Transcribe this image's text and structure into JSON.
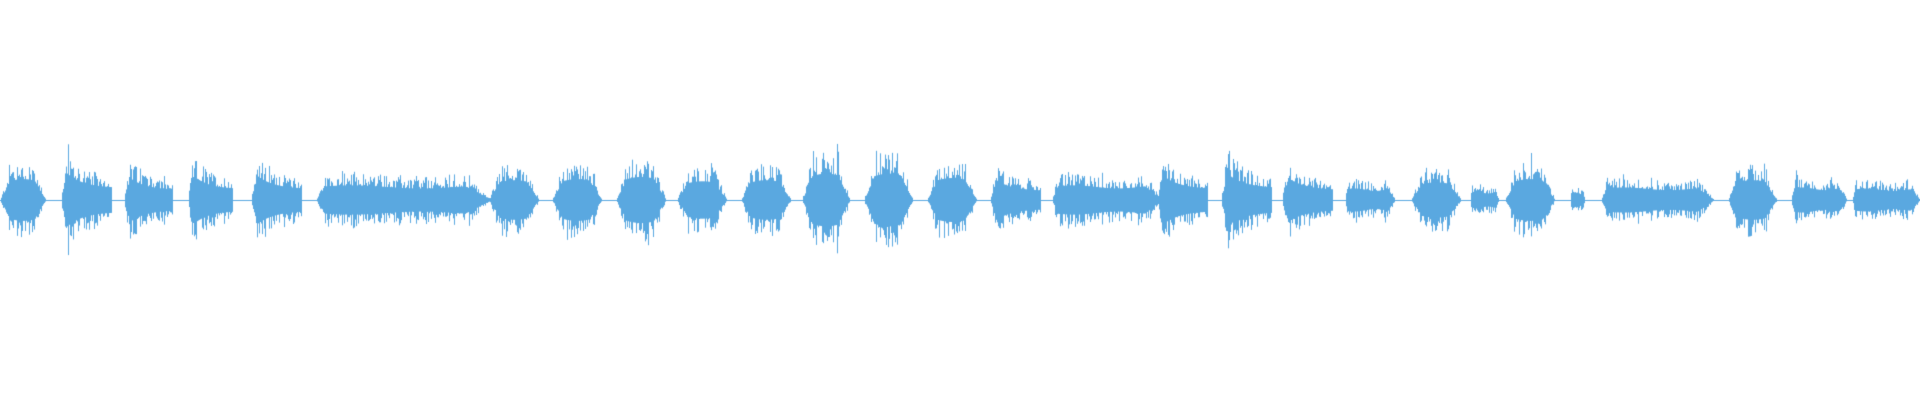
{
  "waveform": {
    "color": "#5aa8e0",
    "baseline_color": "#5aa8e0",
    "segments": [
      {
        "start": 0.0,
        "end": 0.024,
        "peak": 0.19,
        "shape": "swell"
      },
      {
        "start": 0.032,
        "end": 0.058,
        "peak": 0.24,
        "shape": "burst"
      },
      {
        "start": 0.065,
        "end": 0.09,
        "peak": 0.2,
        "shape": "burst"
      },
      {
        "start": 0.098,
        "end": 0.121,
        "peak": 0.22,
        "shape": "burst"
      },
      {
        "start": 0.131,
        "end": 0.157,
        "peak": 0.22,
        "shape": "burst"
      },
      {
        "start": 0.165,
        "end": 0.256,
        "peak": 0.14,
        "shape": "plateau"
      },
      {
        "start": 0.255,
        "end": 0.281,
        "peak": 0.18,
        "shape": "swell"
      },
      {
        "start": 0.288,
        "end": 0.314,
        "peak": 0.19,
        "shape": "swell"
      },
      {
        "start": 0.321,
        "end": 0.347,
        "peak": 0.21,
        "shape": "swell"
      },
      {
        "start": 0.353,
        "end": 0.379,
        "peak": 0.17,
        "shape": "swell"
      },
      {
        "start": 0.386,
        "end": 0.412,
        "peak": 0.18,
        "shape": "swell"
      },
      {
        "start": 0.418,
        "end": 0.443,
        "peak": 0.24,
        "shape": "swell"
      },
      {
        "start": 0.45,
        "end": 0.476,
        "peak": 0.24,
        "shape": "swell"
      },
      {
        "start": 0.483,
        "end": 0.509,
        "peak": 0.2,
        "shape": "swell"
      },
      {
        "start": 0.516,
        "end": 0.542,
        "peak": 0.18,
        "shape": "burst"
      },
      {
        "start": 0.548,
        "end": 0.605,
        "peak": 0.14,
        "shape": "plateau"
      },
      {
        "start": 0.603,
        "end": 0.629,
        "peak": 0.22,
        "shape": "burst"
      },
      {
        "start": 0.636,
        "end": 0.662,
        "peak": 0.24,
        "shape": "burst"
      },
      {
        "start": 0.668,
        "end": 0.694,
        "peak": 0.2,
        "shape": "burst"
      },
      {
        "start": 0.701,
        "end": 0.727,
        "peak": 0.11,
        "shape": "plateau"
      },
      {
        "start": 0.735,
        "end": 0.761,
        "peak": 0.16,
        "shape": "swell"
      },
      {
        "start": 0.766,
        "end": 0.781,
        "peak": 0.08,
        "shape": "plateau"
      },
      {
        "start": 0.784,
        "end": 0.81,
        "peak": 0.19,
        "shape": "swell"
      },
      {
        "start": 0.818,
        "end": 0.826,
        "peak": 0.07,
        "shape": "plateau"
      },
      {
        "start": 0.834,
        "end": 0.893,
        "peak": 0.12,
        "shape": "plateau"
      },
      {
        "start": 0.9,
        "end": 0.926,
        "peak": 0.18,
        "shape": "swell"
      },
      {
        "start": 0.933,
        "end": 0.962,
        "peak": 0.12,
        "shape": "plateau"
      },
      {
        "start": 0.965,
        "end": 1.0,
        "peak": 0.11,
        "shape": "plateau"
      }
    ]
  }
}
